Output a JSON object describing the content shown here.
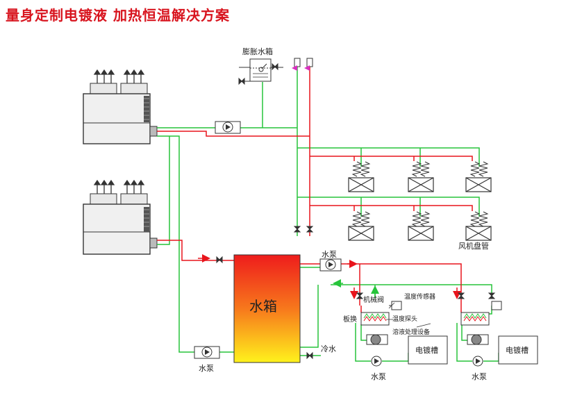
{
  "title": "量身定制电镀液 加热恒温解决方案",
  "labels": {
    "expansion_tank": "膨胀水箱",
    "fan_coil": "风机盘管",
    "water_tank": "水箱",
    "pump_top": "水泵",
    "pump_bottom_left": "水泵",
    "cold_water": "冷水",
    "mechanical_valve": "机械阀",
    "temp_sensor": "温度传感器",
    "plate_exchanger": "板换",
    "temp_probe": "温度探头",
    "solution_device": "溶液处理设备",
    "plating_tank_1": "电镀槽",
    "plating_tank_2": "电镀槽",
    "pump_bottom_1": "水泵",
    "pump_bottom_2": "水泵"
  },
  "colors": {
    "hot_line": "#e8141c",
    "cold_line": "#26c43a",
    "title": "#d8141e"
  }
}
